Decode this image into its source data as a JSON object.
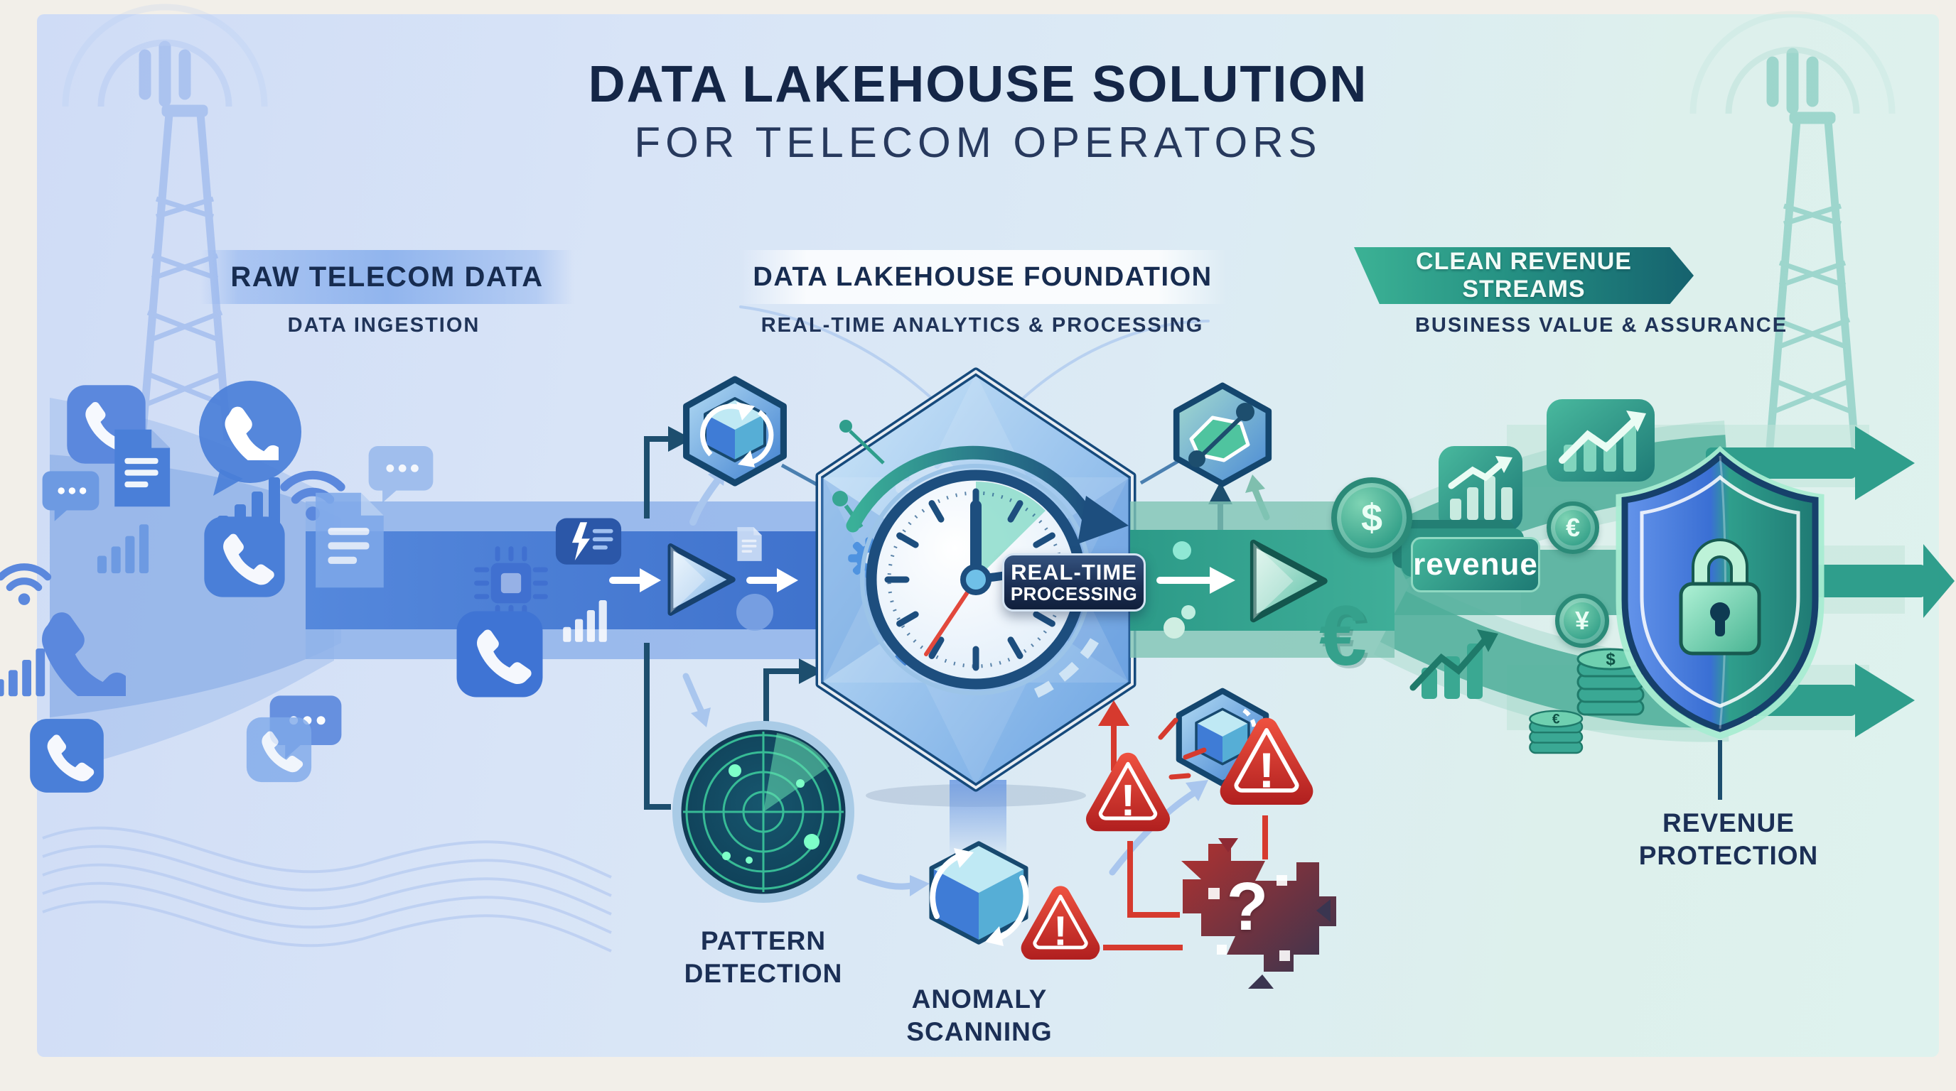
{
  "title": {
    "line1": "DATA LAKEHOUSE SOLUTION",
    "line2": "FOR TELECOM OPERATORS"
  },
  "sections": {
    "raw": {
      "heading": "RAW TELECOM DATA",
      "subheading": "DATA INGESTION"
    },
    "foundation": {
      "heading": "DATA LAKEHOUSE FOUNDATION",
      "subheading": "REAL-TIME ANALYTICS & PROCESSING"
    },
    "clean": {
      "heading": "CLEAN REVENUE STREAMS",
      "subheading": "BUSINESS VALUE & ASSURANCE"
    }
  },
  "badges": {
    "realtime": {
      "line1": "REAL-TIME",
      "line2": "PROCESSING"
    }
  },
  "labels": {
    "pattern": {
      "line1": "PATTERN",
      "line2": "DETECTION"
    },
    "anomaly": {
      "line1": "ANOMALY",
      "line2": "SCANNING"
    },
    "protection": {
      "line1": "REVENUE",
      "line2": "PROTECTION"
    },
    "revenue_tag": "revenue"
  },
  "symbols": {
    "dollar": "$",
    "euro": "€",
    "yen": "¥",
    "question": "?",
    "exclamation": "!"
  },
  "colors": {
    "navy_text": "#1b2f55",
    "stream_blue": "#4c7fd9",
    "stream_teal": "#2f9e8c",
    "banner_teal_dark": "#15626e",
    "alert_red": "#d63a2e"
  }
}
